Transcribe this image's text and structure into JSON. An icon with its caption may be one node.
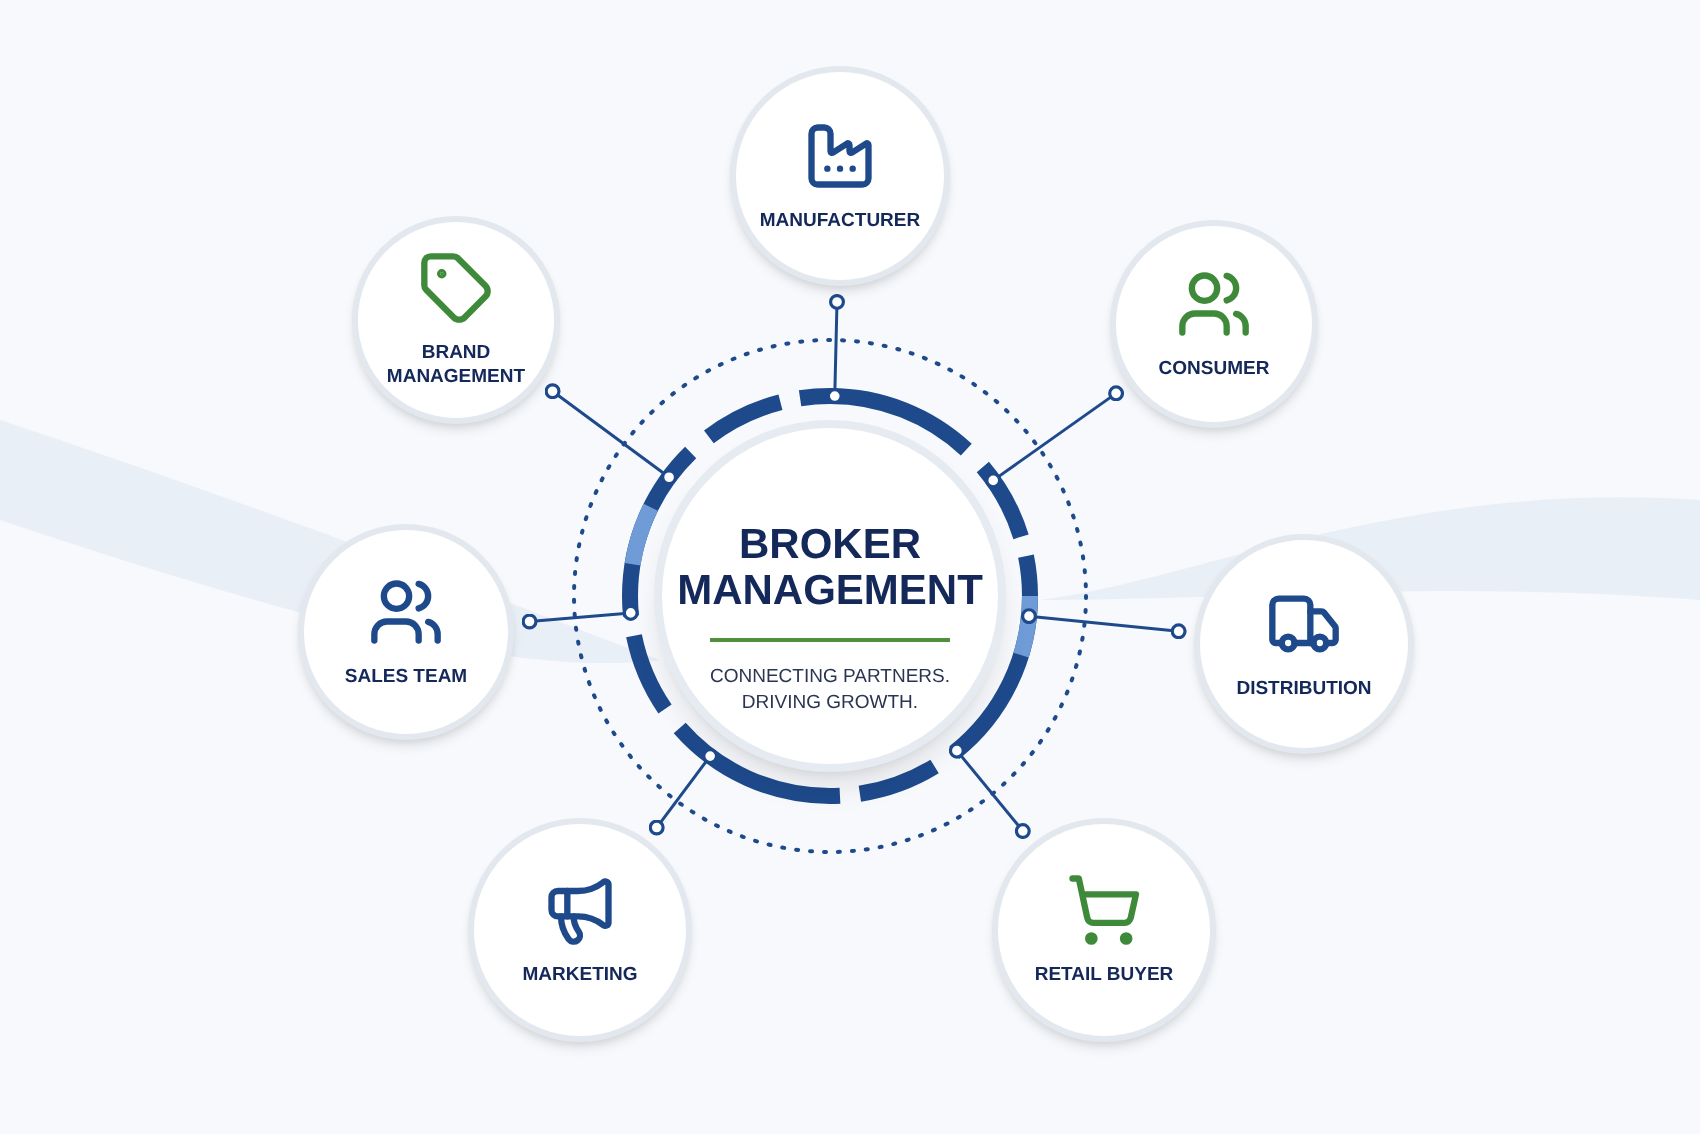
{
  "diagram": {
    "nodes": [
      {
        "text": [
          "BROKER MANAGEMENT",
          "CONNECTING PARTNERS. DRIVING GROWTH."
        ]
      },
      {
        "text": [
          "MANUFACTURER"
        ]
      },
      {
        "text": [
          "BRAND MANAGEMENT"
        ]
      },
      {
        "text": [
          "CONSUMER"
        ]
      },
      {
        "text": [
          "SALES TEAM"
        ]
      },
      {
        "text": [
          "DISTRIBUTION"
        ]
      },
      {
        "text": [
          "MARKETING"
        ]
      },
      {
        "text": [
          "RETAIL BUYER"
        ]
      }
    ],
    "edges": [
      {
        "from": 0,
        "to": 1,
        "arrow": "other"
      },
      {
        "from": 0,
        "to": 2,
        "arrow": "other"
      },
      {
        "from": 0,
        "to": 3,
        "arrow": "other"
      },
      {
        "from": 0,
        "to": 4,
        "arrow": "other"
      },
      {
        "from": 0,
        "to": 5,
        "arrow": "other"
      },
      {
        "from": 0,
        "to": 6,
        "arrow": "other"
      },
      {
        "from": 0,
        "to": 7,
        "arrow": "other"
      }
    ]
  }
}
